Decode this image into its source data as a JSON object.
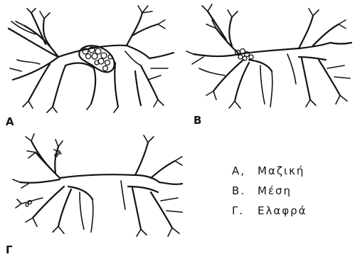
{
  "panels": [
    {
      "label": "A"
    },
    {
      "label": "B"
    },
    {
      "label": "Γ"
    }
  ],
  "legend": {
    "items": [
      {
        "key": "A,",
        "text": "Μαζική"
      },
      {
        "key": "B.",
        "text": "Μέση"
      },
      {
        "key": "Γ.",
        "text": "Ελαφρά"
      }
    ]
  }
}
